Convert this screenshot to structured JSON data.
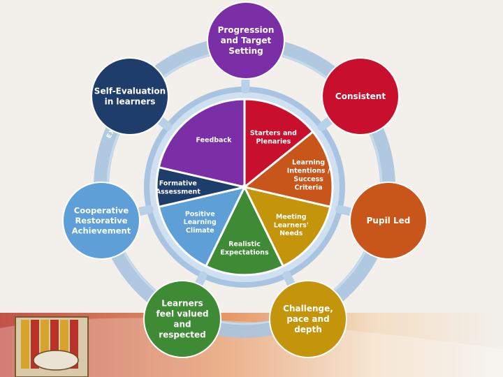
{
  "ring_word": "EXCELLENT",
  "inner_segments": [
    {
      "id": "feedback",
      "label": "Feedback",
      "color": "#7b2fa6"
    },
    {
      "id": "starters",
      "label": "Starters and Plenaries",
      "color": "#c8102e"
    },
    {
      "id": "learning-intentions",
      "label": "Learning Intentions / Success Criteria",
      "color": "#c8561b"
    },
    {
      "id": "meeting-needs",
      "label": "Meeting Learners' Needs",
      "color": "#c4940a"
    },
    {
      "id": "realistic-expectations",
      "label": "Realistic Expectations",
      "color": "#3e8a35"
    },
    {
      "id": "positive-climate",
      "label": "Positive Learning Climate",
      "color": "#5e9fd8"
    },
    {
      "id": "formative-assessment",
      "label": "Formative Assessment",
      "color": "#1f3d6b"
    }
  ],
  "outer_circles": [
    {
      "id": "progression",
      "label": "Progression and Target Setting",
      "color": "#7b2fa6"
    },
    {
      "id": "consistent",
      "label": "Consistent",
      "color": "#c8102e"
    },
    {
      "id": "pupil-led",
      "label": "Pupil Led",
      "color": "#c8561b"
    },
    {
      "id": "challenge",
      "label": "Challenge, pace and depth",
      "color": "#c4940a"
    },
    {
      "id": "learners-valued",
      "label": "Learners feel valued and respected",
      "color": "#3e8a35"
    },
    {
      "id": "cooperative",
      "label": "Cooperative Restorative Achievement",
      "color": "#5e9fd8"
    },
    {
      "id": "self-evaluation",
      "label": "Self-Evaluation in learners",
      "color": "#1f3d6b"
    }
  ],
  "colors": {
    "ring": "#a9c4e0",
    "ring_light": "#c9dbee",
    "background": "#f3f0ec"
  }
}
